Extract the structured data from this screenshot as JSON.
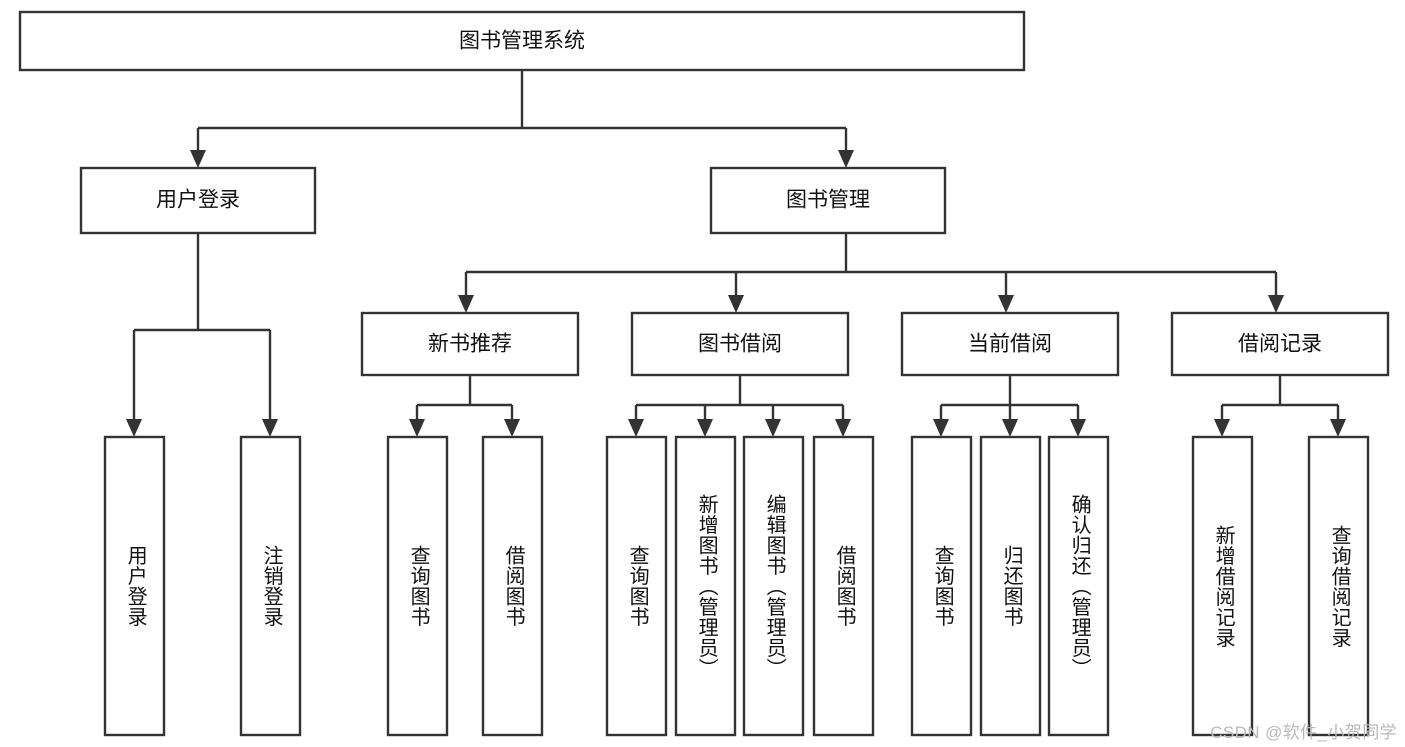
{
  "diagram": {
    "type": "tree-hierarchy-flowchart",
    "title": "图书管理系统",
    "stroke_color": "#333333",
    "fill_color": "#ffffff",
    "text_color": "#111111",
    "root": {
      "id": "root",
      "label": "图书管理系统"
    },
    "level2": [
      {
        "id": "user-login",
        "label": "用户登录"
      },
      {
        "id": "book-manage",
        "label": "图书管理"
      }
    ],
    "level3": [
      {
        "id": "new-book-recommend",
        "label": "新书推荐",
        "parent": "book-manage"
      },
      {
        "id": "book-borrow",
        "label": "图书借阅",
        "parent": "book-manage"
      },
      {
        "id": "current-borrow",
        "label": "当前借阅",
        "parent": "book-manage"
      },
      {
        "id": "borrow-record",
        "label": "借阅记录",
        "parent": "book-manage"
      }
    ],
    "leaves": [
      {
        "id": "leaf-user-login",
        "label": "用户登录",
        "parent": "user-login"
      },
      {
        "id": "leaf-logout-login",
        "label": "注销登录",
        "parent": "user-login"
      },
      {
        "id": "leaf-query-book-1",
        "label": "查询图书",
        "parent": "new-book-recommend"
      },
      {
        "id": "leaf-borrow-book-1",
        "label": "借阅图书",
        "parent": "new-book-recommend"
      },
      {
        "id": "leaf-query-book-2",
        "label": "查询图书",
        "parent": "book-borrow"
      },
      {
        "id": "leaf-add-book",
        "label": "新增图书（管理员）",
        "parent": "book-borrow"
      },
      {
        "id": "leaf-edit-book",
        "label": "编辑图书（管理员）",
        "parent": "book-borrow"
      },
      {
        "id": "leaf-borrow-book-2",
        "label": "借阅图书",
        "parent": "book-borrow"
      },
      {
        "id": "leaf-query-book-3",
        "label": "查询图书",
        "parent": "current-borrow"
      },
      {
        "id": "leaf-return-book",
        "label": "归还图书",
        "parent": "current-borrow"
      },
      {
        "id": "leaf-confirm-return",
        "label": "确认归还（管理员）",
        "parent": "current-borrow"
      },
      {
        "id": "leaf-add-record",
        "label": "新增借阅记录",
        "parent": "borrow-record"
      },
      {
        "id": "leaf-query-record",
        "label": "查询借阅记录",
        "parent": "borrow-record"
      }
    ]
  },
  "watermark": {
    "text": "CSDN @软件_小贺同学"
  }
}
